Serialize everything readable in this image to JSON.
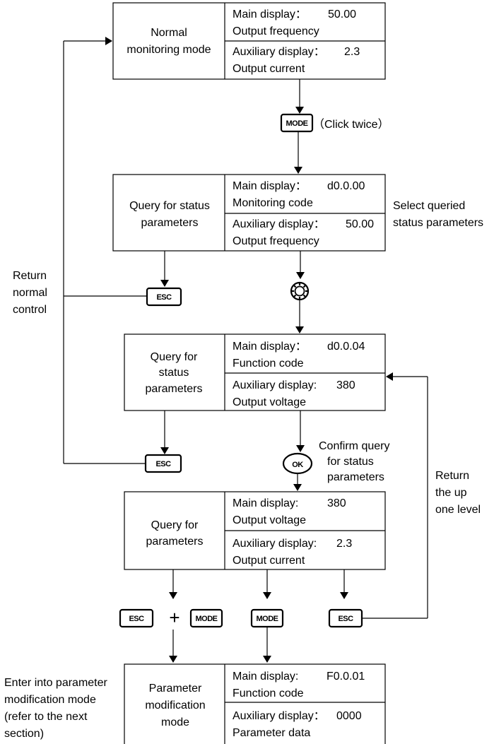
{
  "blocks": [
    {
      "title": [
        "Normal",
        "monitoring mode"
      ],
      "main_label": "Main display：",
      "main_value": "50.00",
      "main_desc": "Output frequency",
      "aux_label": "Auxiliary display：",
      "aux_value": "2.3",
      "aux_desc": "Output current"
    },
    {
      "title": [
        "Query for status",
        "parameters"
      ],
      "main_label": "Main display：",
      "main_value": "d0.0.00",
      "main_desc": "Monitoring code",
      "aux_label": "Auxiliary display：",
      "aux_value": "50.00",
      "aux_desc": "Output frequency"
    },
    {
      "title": [
        "Query for",
        "status",
        "parameters"
      ],
      "main_label": "Main display：",
      "main_value": "d0.0.04",
      "main_desc": "Function code",
      "aux_label": "Auxiliary display:",
      "aux_value": "380",
      "aux_desc": "Output voltage"
    },
    {
      "title": [
        "Query for",
        "parameters"
      ],
      "main_label": "Main display:",
      "main_value": "380",
      "main_desc": "Output voltage",
      "aux_label": "Auxiliary display:",
      "aux_value": "2.3",
      "aux_desc": "Output current"
    },
    {
      "title": [
        "Parameter",
        "modification",
        "mode"
      ],
      "main_label": "Main display:",
      "main_value": "F0.0.01",
      "main_desc": "Function code",
      "aux_label": "Auxiliary display：",
      "aux_value": "0000",
      "aux_desc": "Parameter data"
    }
  ],
  "keys": {
    "mode": "MODE",
    "esc": "ESC",
    "ok": "OK",
    "plus": "+"
  },
  "labels": {
    "click_twice": "（Click twice）",
    "select_queried": [
      "Select queried",
      "status parameters"
    ],
    "return_normal": [
      "Return",
      "normal",
      "control"
    ],
    "confirm_query": [
      "Confirm query",
      "for status",
      "parameters"
    ],
    "return_up": [
      "Return",
      "the up",
      "one level"
    ],
    "enter_param": [
      "Enter into parameter",
      "modification mode",
      "(refer to the next",
      "section)"
    ]
  },
  "icons": {
    "knob": "rotary-knob-icon"
  }
}
